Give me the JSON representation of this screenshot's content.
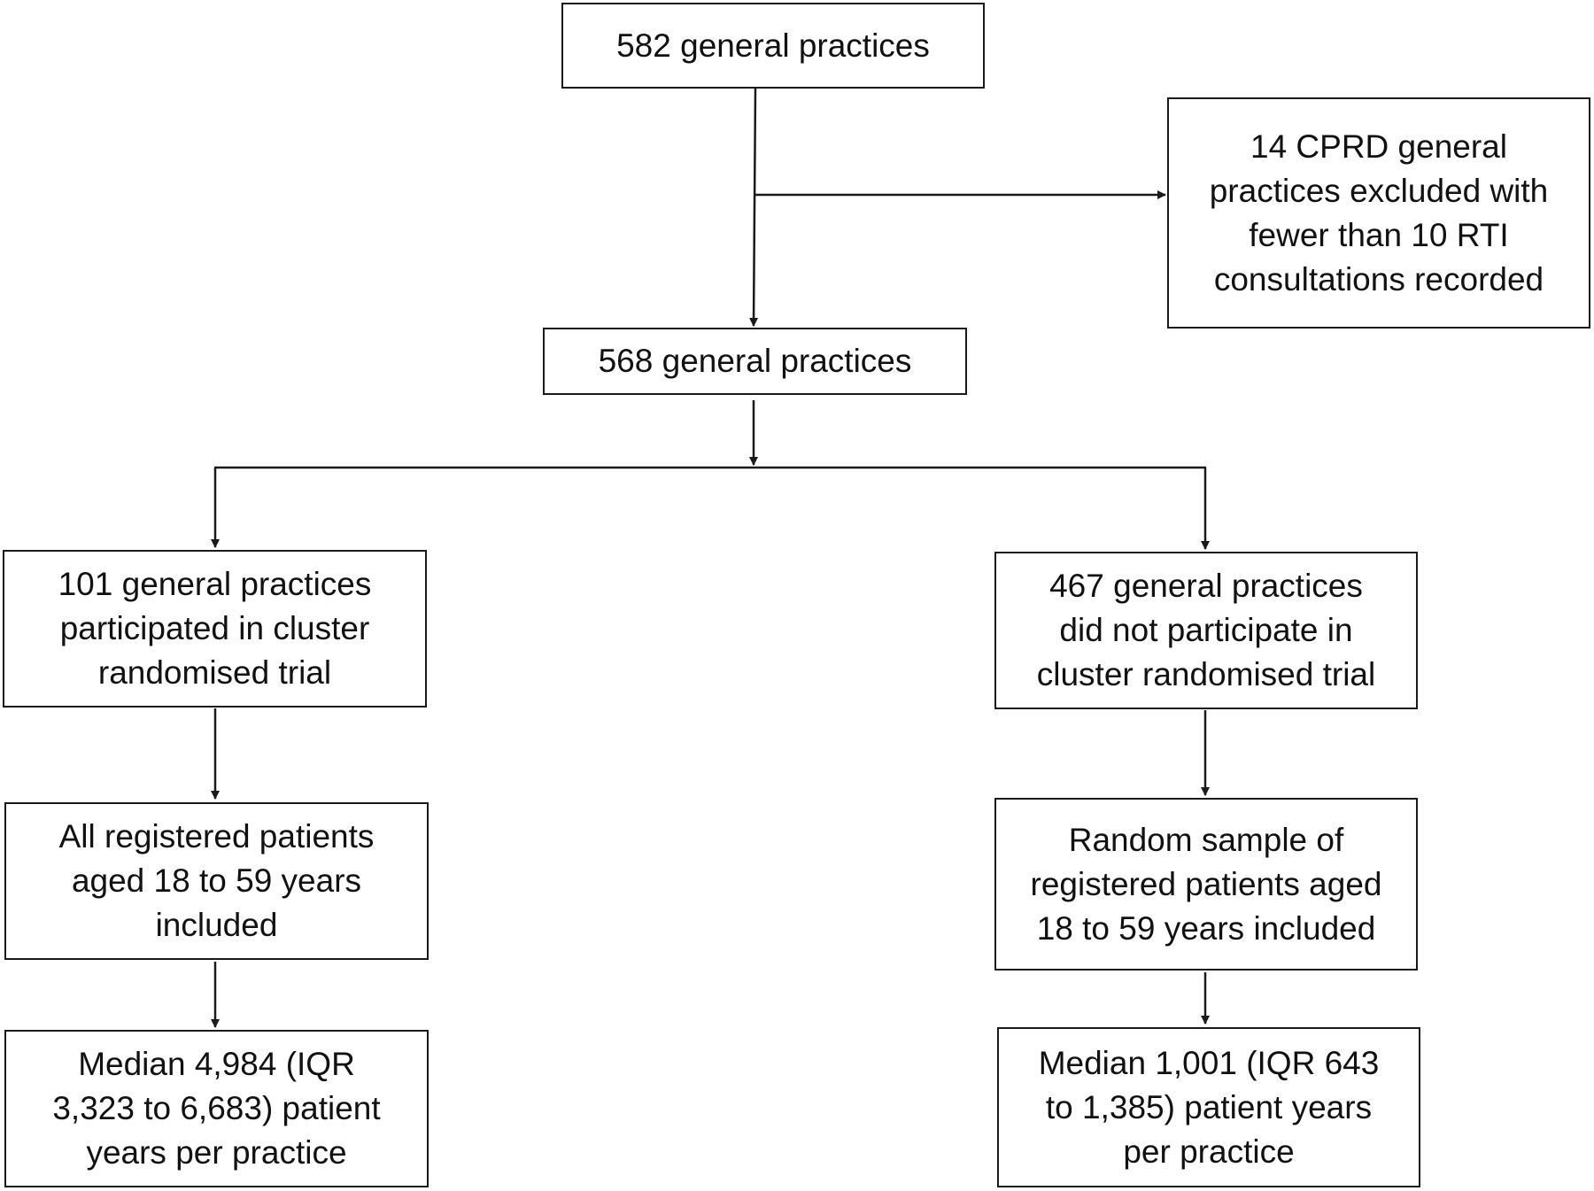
{
  "nodes": {
    "n582": {
      "lines": [
        "582 general practices"
      ]
    },
    "n_excluded": {
      "lines": [
        "14 CPRD general",
        "practices excluded with",
        "fewer than 10 RTI",
        "consultations recorded"
      ]
    },
    "n568": {
      "lines": [
        "568 general practices"
      ]
    },
    "n101": {
      "lines": [
        "101 general practices",
        "participated in cluster",
        "randomised trial"
      ]
    },
    "n467": {
      "lines": [
        "467 general practices",
        "did not participate in",
        "cluster randomised trial"
      ]
    },
    "n_all": {
      "lines": [
        "All registered patients",
        "aged 18 to 59 years",
        "included"
      ]
    },
    "n_random": {
      "lines": [
        "Random sample of",
        "registered patients aged",
        "18 to 59 years included"
      ]
    },
    "n_median_left": {
      "lines": [
        "Median 4,984 (IQR",
        "3,323 to 6,683) patient",
        "years per practice"
      ]
    },
    "n_median_right": {
      "lines": [
        "Median 1,001 (IQR 643",
        "to 1,385) patient years",
        "per practice"
      ]
    }
  },
  "edges": [
    {
      "from": "n582",
      "to": "n568"
    },
    {
      "from": "n582",
      "to": "n_excluded"
    },
    {
      "from": "n568",
      "to": "n101"
    },
    {
      "from": "n568",
      "to": "n467"
    },
    {
      "from": "n101",
      "to": "n_all"
    },
    {
      "from": "n467",
      "to": "n_random"
    },
    {
      "from": "n_all",
      "to": "n_median_left"
    },
    {
      "from": "n_random",
      "to": "n_median_right"
    }
  ]
}
